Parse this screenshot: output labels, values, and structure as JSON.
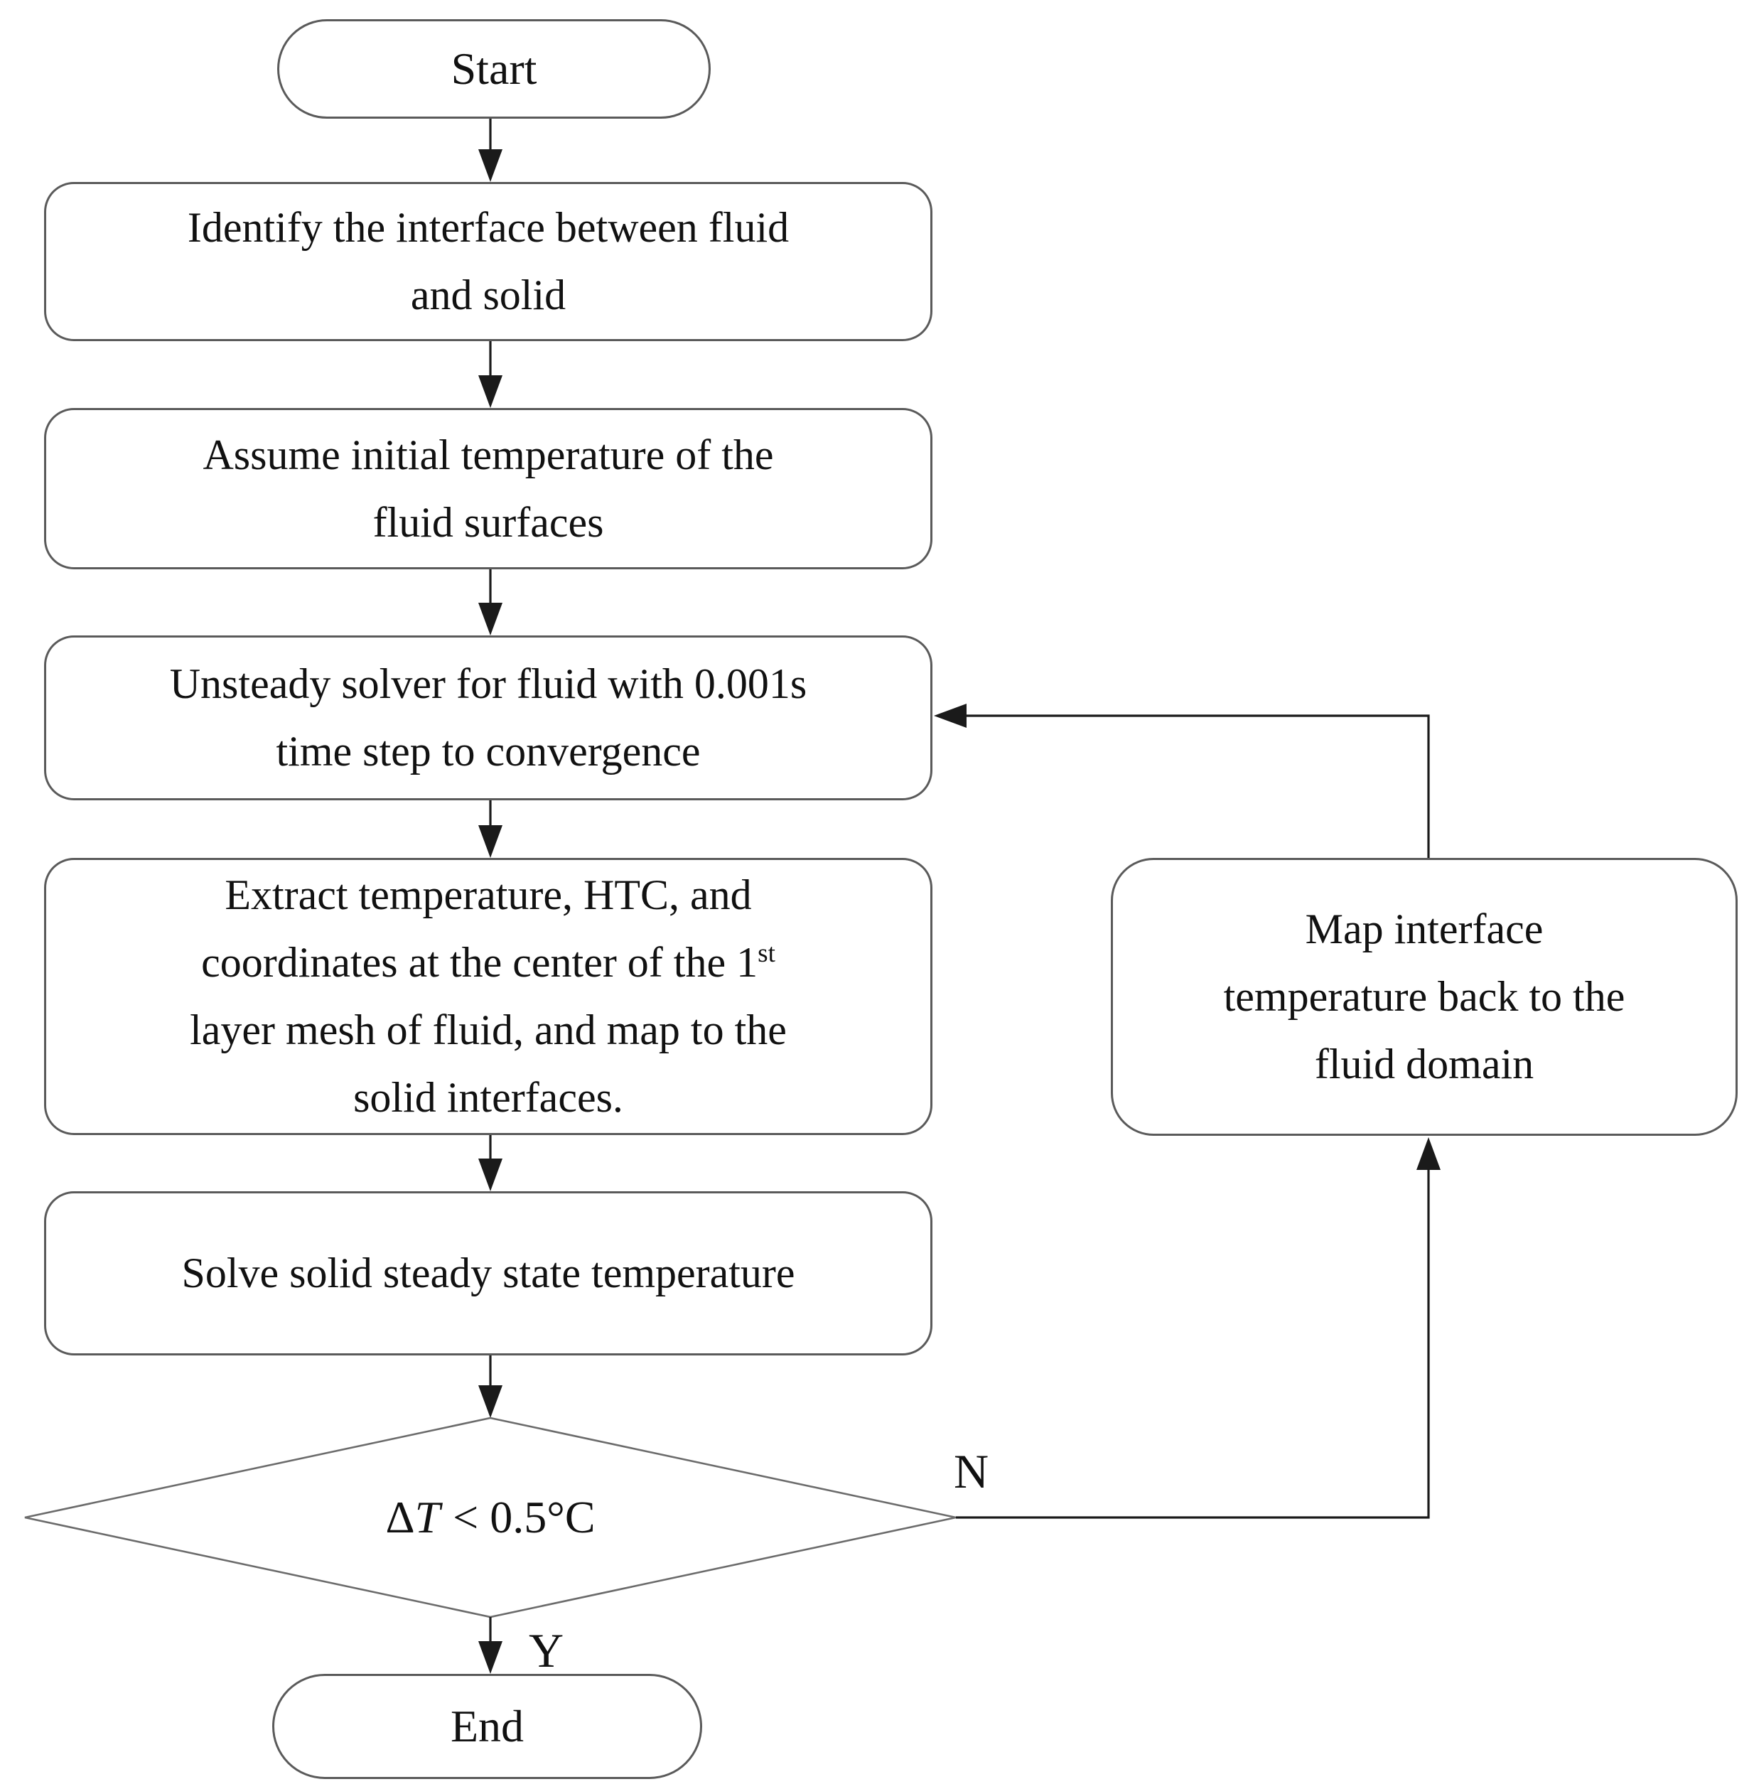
{
  "figure": {
    "type": "flowchart",
    "description": "Conjugate heat transfer fluid-solid coupling solution procedure flowchart"
  },
  "colors": {
    "box_border": "#5a5a5a",
    "diamond_border": "#6b6b6b",
    "line": "#1a1a1a",
    "text": "#111111",
    "bg": "#ffffff"
  },
  "nodes": {
    "start": {
      "label": "Start"
    },
    "identify": {
      "lines": [
        "Identify the interface between fluid",
        "and solid"
      ]
    },
    "assume": {
      "lines": [
        "Assume initial temperature of the",
        "fluid surfaces"
      ]
    },
    "solver": {
      "lines": [
        "Unsteady solver for fluid with 0.001s",
        "time step to convergence"
      ]
    },
    "extract": {
      "line1": "Extract temperature, HTC, and",
      "line2_prefix": "coordinates at the center of the 1",
      "line2_sup": "st",
      "line3": "layer mesh of fluid, and map to the",
      "line4": "solid interfaces."
    },
    "solve_solid": {
      "label": "Solve solid steady state temperature"
    },
    "decision": {
      "delta": "Δ",
      "t_var": "T",
      "rest": "< 0.5°C"
    },
    "map_back": {
      "lines": [
        "Map interface",
        "temperature back to the",
        "fluid domain"
      ]
    },
    "end": {
      "label": "End"
    }
  },
  "edge_labels": {
    "no": "N",
    "yes": "Y"
  }
}
